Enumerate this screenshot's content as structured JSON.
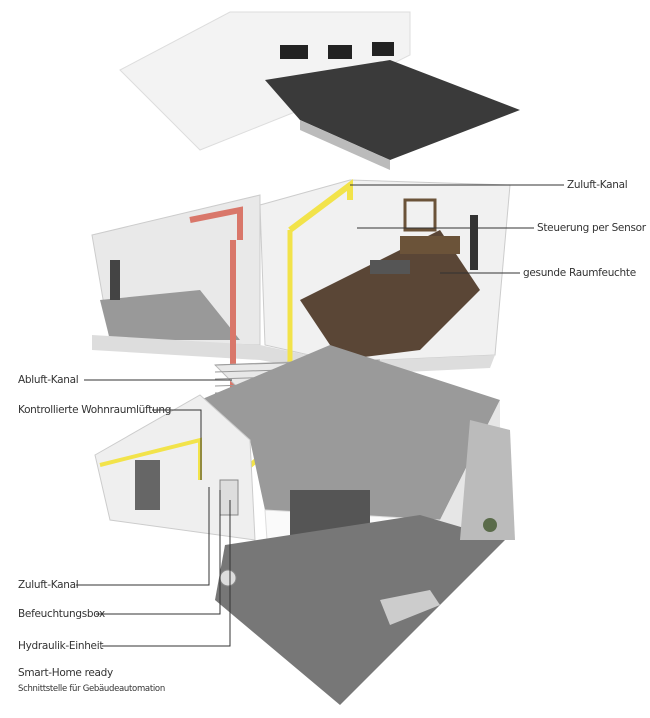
{
  "labels_right": [
    {
      "text": "Zuluft-Kanal"
    },
    {
      "text": "Steuerung per Sensor"
    },
    {
      "text": "gesunde Raumfeuchte"
    }
  ],
  "labels_left": [
    {
      "text": "Abluft-Kanal"
    },
    {
      "text": "Kontrollierte Wohnraumlüftung"
    },
    {
      "text": "Zuluft-Kanal"
    },
    {
      "text": "Befeuchtungsbox"
    },
    {
      "text": "Hydraulik-Einheit"
    }
  ],
  "footer": {
    "title": "Smart-Home ready",
    "subtitle": "Schnittstelle für Gebäudeautomation"
  },
  "colors": {
    "supply_duct": "#f2e34a",
    "exhaust_duct": "#d9776a",
    "leader": "#333333"
  }
}
